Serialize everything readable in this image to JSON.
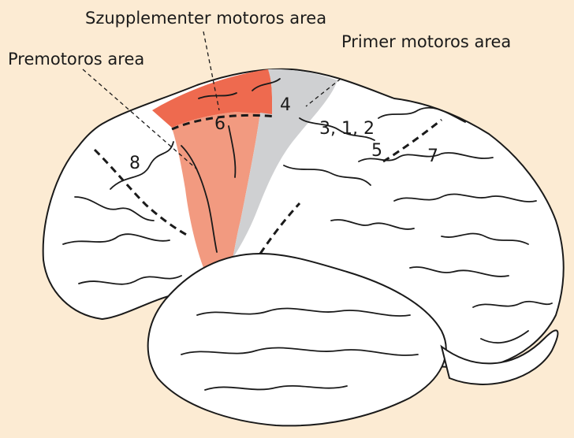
{
  "labels": {
    "supplementary": "Szupplementer motoros area",
    "primary": "Primer motoros area",
    "premotor": "Premotoros area"
  },
  "areas": {
    "a6": "6",
    "a4": "4",
    "a312": "3, 1, 2",
    "a8": "8",
    "a5": "5",
    "a7": "7"
  },
  "colors": {
    "background": "#fcebd3",
    "supplementary_motor": "#ee6a4f",
    "premotor": "#f29a80",
    "primary_motor": "#cfd0d2",
    "brain": "#ffffff",
    "outline": "#1a1a1a"
  }
}
